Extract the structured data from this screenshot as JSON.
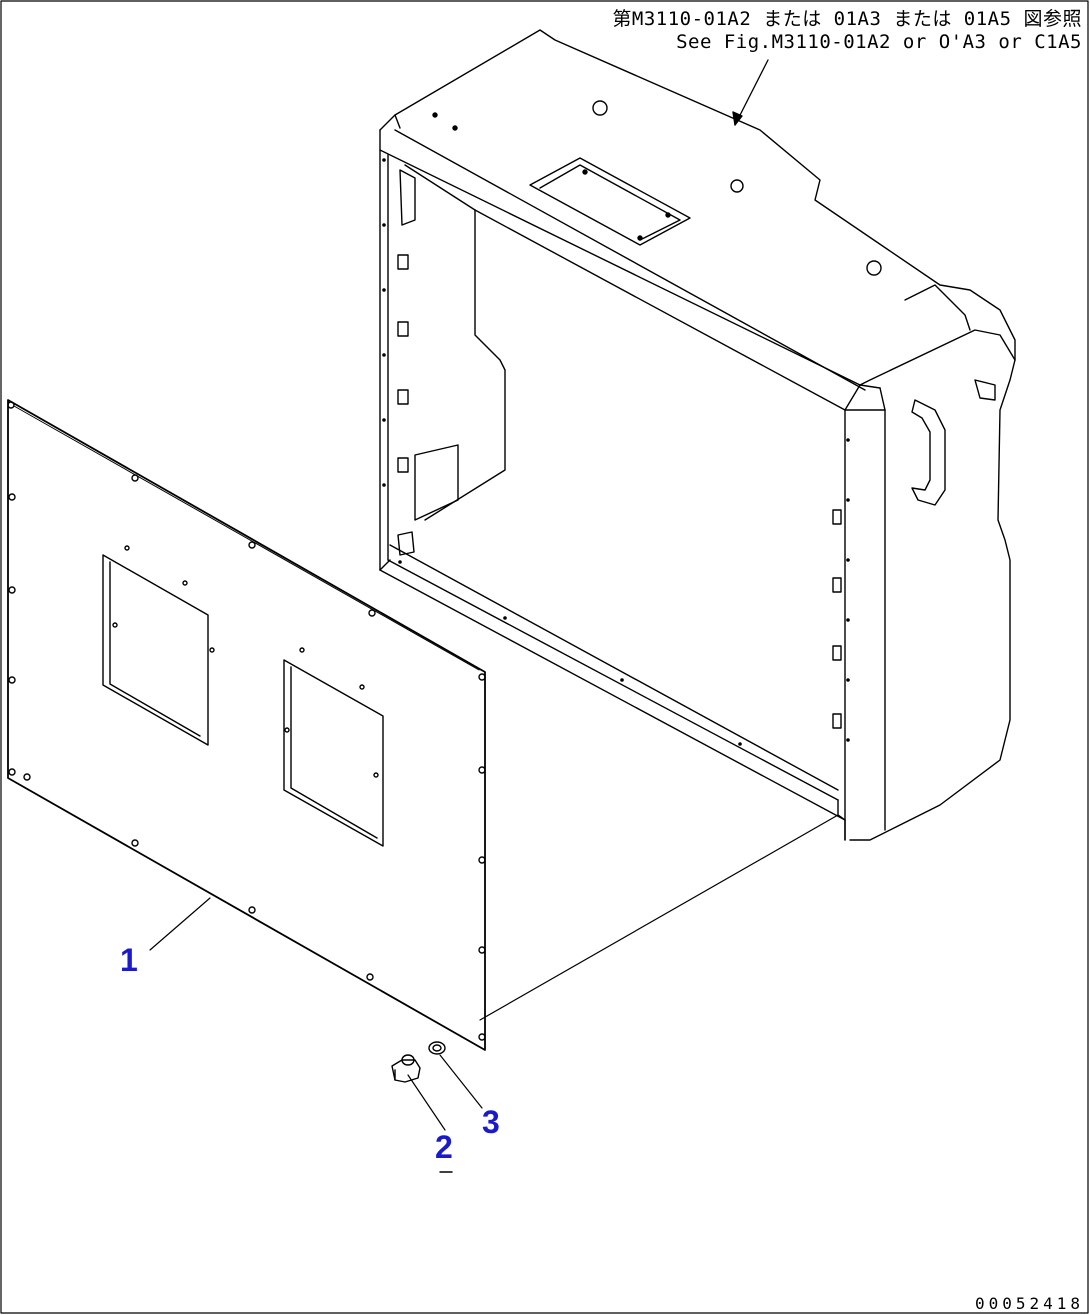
{
  "reference_note": {
    "line1": "第M3110-01A2 または 01A3 または 01A5 図参照",
    "line2": "See Fig.M3110-01A2 or O'A3 or C1A5"
  },
  "callouts": [
    {
      "number": "1",
      "part": "cover-panel"
    },
    {
      "number": "2",
      "part": "bolt"
    },
    {
      "number": "3",
      "part": "washer"
    }
  ],
  "drawing_id": "00052418",
  "colors": {
    "line": "#000000",
    "callout": "#1a1acc",
    "background": "#ffffff"
  }
}
